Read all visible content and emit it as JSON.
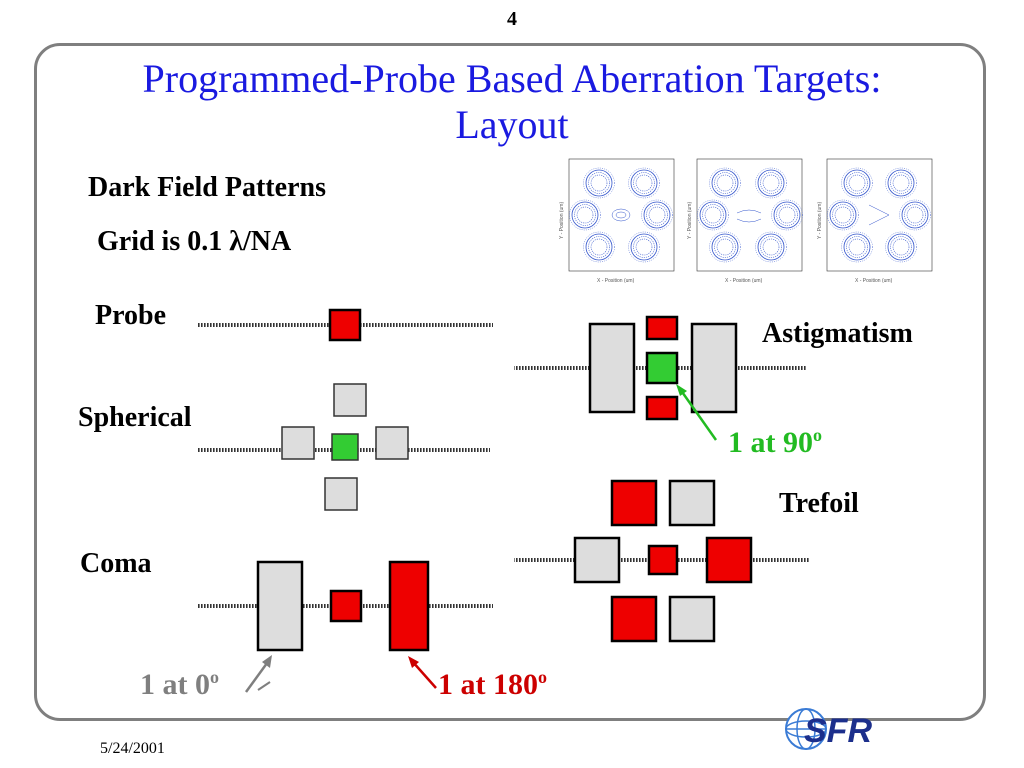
{
  "slide": {
    "number": "4",
    "title_line1": "Programmed-Probe Based Aberration Targets:",
    "title_line2": "Layout",
    "date": "5/24/2001"
  },
  "labels": {
    "dark_field": "Dark Field Patterns",
    "grid_prefix": "Grid is 0.1 ",
    "grid_symbol": "λ",
    "grid_suffix": "/NA",
    "probe": "Probe",
    "spherical": "Spherical",
    "coma": "Coma",
    "astigmatism": "Astigmatism",
    "trefoil": "Trefoil"
  },
  "annotations": {
    "astig_phase_value": "1 at 90",
    "astig_phase_sup": "o",
    "coma_left_value": "1 at 0",
    "coma_left_sup": "o",
    "coma_right_value": "1 at 180",
    "coma_right_sup": "o"
  },
  "contour_plots": {
    "x_axis_label": "X - Position (um)",
    "y_axis_label": "Y - Position (um)"
  },
  "logo": {
    "text": "SFR"
  },
  "colors": {
    "title": "#1a1ae0",
    "frame": "#7f7f7f",
    "red_square": "#ee0000",
    "green_square": "#33cc33",
    "gray_square": "#dddddd",
    "annotation_green": "#22bb22",
    "annotation_red": "#cc0000",
    "annotation_gray": "#7f7f7f",
    "contour": "#3355cc"
  }
}
